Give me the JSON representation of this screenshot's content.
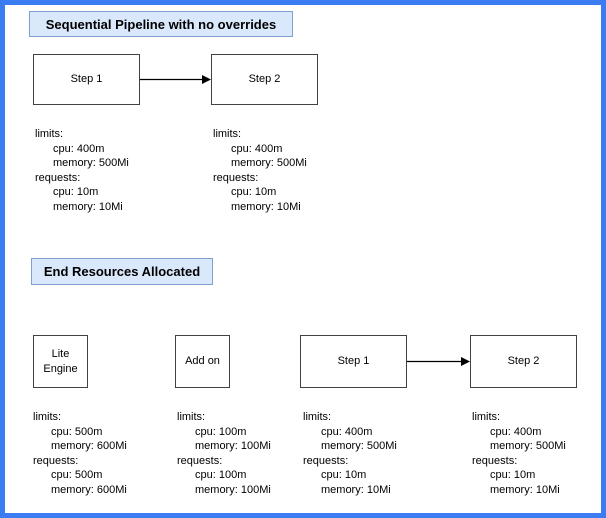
{
  "frame": {
    "border_color": "#3b7cf2",
    "background": "#ffffff"
  },
  "colors": {
    "title_fill": "#dae8fc",
    "title_border": "#7ea0d0",
    "node_fill": "#ffffff",
    "node_border": "#424242",
    "arrow": "#000000",
    "text": "#000000"
  },
  "section1": {
    "title": "Sequential Pipeline with no overrides",
    "nodes": [
      {
        "label": "Step 1"
      },
      {
        "label": "Step 2"
      }
    ],
    "resources": [
      {
        "lines": [
          "limits:",
          "cpu: 400m",
          "memory: 500Mi",
          "requests:",
          "cpu: 10m",
          "memory: 10Mi"
        ]
      },
      {
        "lines": [
          "limits:",
          "cpu: 400m",
          "memory: 500Mi",
          "requests:",
          "cpu: 10m",
          "memory: 10Mi"
        ]
      }
    ]
  },
  "section2": {
    "title": "End Resources Allocated",
    "nodes": [
      {
        "label": "Lite Engine"
      },
      {
        "label": "Add on"
      },
      {
        "label": "Step 1"
      },
      {
        "label": "Step 2"
      }
    ],
    "resources": [
      {
        "lines": [
          "limits:",
          "cpu: 500m",
          "memory: 600Mi",
          "requests:",
          "cpu: 500m",
          "memory: 600Mi"
        ]
      },
      {
        "lines": [
          "limits:",
          "cpu: 100m",
          "memory: 100Mi",
          "requests:",
          "cpu: 100m",
          "memory: 100Mi"
        ]
      },
      {
        "lines": [
          "limits:",
          "cpu: 400m",
          "memory: 500Mi",
          "requests:",
          "cpu: 10m",
          "memory: 10Mi"
        ]
      },
      {
        "lines": [
          "limits:",
          "cpu: 400m",
          "memory: 500Mi",
          "requests:",
          "cpu: 10m",
          "memory: 10Mi"
        ]
      }
    ]
  }
}
